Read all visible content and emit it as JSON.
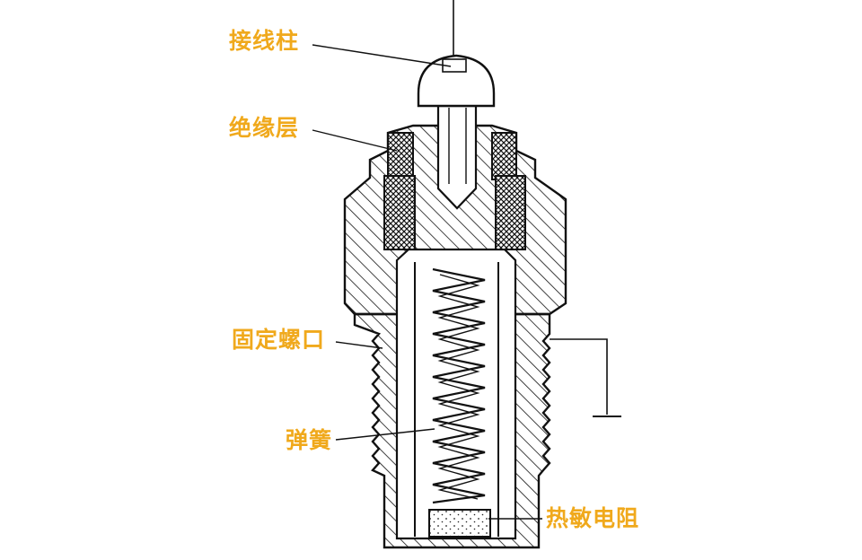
{
  "labels": {
    "terminal": "接线柱",
    "insulation": "绝缘层",
    "thread": "固定螺口",
    "spring": "弹簧",
    "thermistor": "热敏电阻"
  },
  "colors": {
    "label_text": "#f0a91c",
    "line": "#111111",
    "background": "#ffffff"
  }
}
